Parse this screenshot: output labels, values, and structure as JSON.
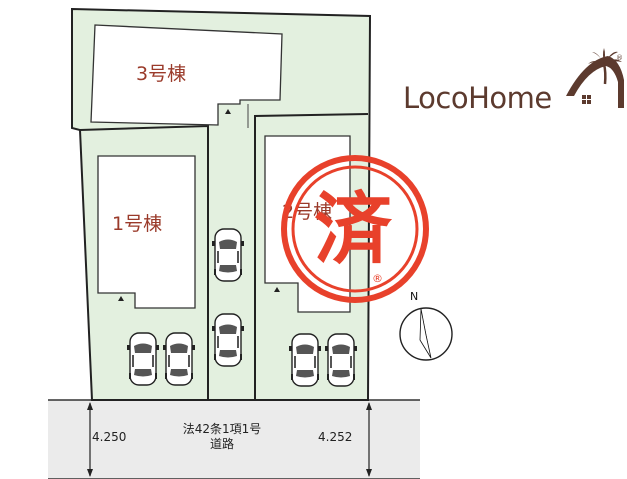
{
  "lots": [
    {
      "id": "lot3",
      "label": "3号棟"
    },
    {
      "id": "lot1",
      "label": "1号棟"
    },
    {
      "id": "lot2",
      "label": "2号棟"
    }
  ],
  "road": {
    "label_line1": "法42条1項1号",
    "label_line2": "道路",
    "width_left": "4.250",
    "width_right": "4.252"
  },
  "stamp": {
    "text": "済",
    "mark": "®"
  },
  "compass": {
    "label": "N"
  },
  "brand": {
    "name": "LocoHome"
  },
  "colors": {
    "site_fill": "#e3f0df",
    "road_fill": "#ebebeb",
    "stamp": "#e8412b",
    "brand": "#5c3a2e"
  }
}
